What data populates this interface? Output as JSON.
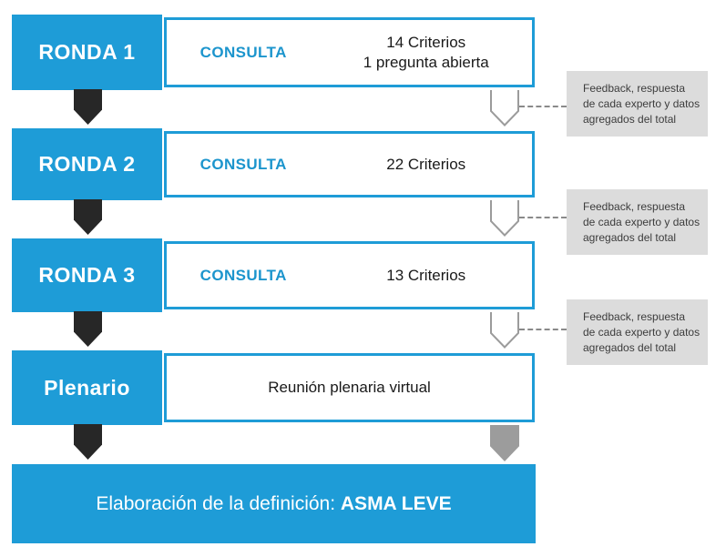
{
  "palette": {
    "accent_blue": "#1e9cd7",
    "consulta_text_blue": "#1c95cd",
    "flow_arrow_black": "#272727",
    "final_arrow_gray": "#9c9c9c",
    "feedback_box_gray": "#dcdcdc",
    "feedback_text_gray": "#3c3c3c",
    "dashed_connector_gray": "#8a8a8a"
  },
  "icons": {
    "flow_arrow": "down-arrow-icon",
    "feedback_arrow": "hollow-down-arrow-icon",
    "final_arrow": "gray-down-arrow-icon"
  },
  "rows": [
    {
      "label": "RONDA 1",
      "consulta": "CONSULTA",
      "detail_lines": [
        "14 Criterios",
        "1 pregunta abierta"
      ]
    },
    {
      "label": "RONDA 2",
      "consulta": "CONSULTA",
      "detail_lines": [
        "22 Criterios"
      ]
    },
    {
      "label": "RONDA 3",
      "consulta": "CONSULTA",
      "detail_lines": [
        "13 Criterios"
      ]
    },
    {
      "label": "Plenario",
      "detail_lines": [
        "Reunión plenaria virtual"
      ]
    }
  ],
  "feedback_boxes": [
    {
      "lines": [
        "Feedback, respuesta",
        "de cada experto y datos",
        "agregados del total"
      ]
    },
    {
      "lines": [
        "Feedback, respuesta",
        "de cada experto y datos",
        "agregados del total"
      ]
    },
    {
      "lines": [
        "Feedback, respuesta",
        "de cada experto y datos",
        "agregados del total"
      ]
    }
  ],
  "final": {
    "prefix": "Elaboración de la definición: ",
    "emphasis": "ASMA LEVE"
  }
}
